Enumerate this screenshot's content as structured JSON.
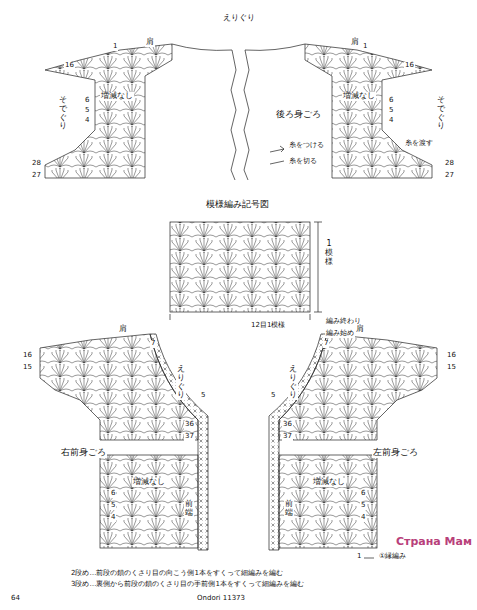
{
  "diagram": {
    "labels": [
      "えりぐり",
      "肩",
      "1",
      "16",
      "そでぐり",
      "増減なし",
      "6",
      "5",
      "4",
      "28",
      "27",
      "肩",
      "1",
      "16",
      "増減なし",
      "6",
      "5",
      "4",
      "そでぐり",
      "糸を渡す",
      "28",
      "27",
      "後ろ身ごろ",
      "糸をつける",
      "糸を切る",
      "模様編み記号図",
      "1模様",
      "12目1模様",
      "編み終わり",
      "編み始め",
      "肩",
      "7",
      "16",
      "15",
      "えりぐり",
      "5",
      "36",
      "37",
      "右前身ごろ",
      "増減なし",
      "6",
      "5",
      "4",
      "前端",
      "肩",
      "7",
      "16",
      "15",
      "えりぐり",
      "5",
      "36",
      "37",
      "左前身ごろ",
      "増減なし",
      "6",
      "5",
      "4",
      "前端",
      "Страна Мам",
      "1",
      "①縁編み",
      "2段め…前段の鎖のくさり目の向こう側1本をすくって細編みを編む",
      "3段め…裏側から前段の鎖のくさり目の手前側1本をすくって細編みを編む",
      "64",
      "Ondori 11373"
    ]
  }
}
